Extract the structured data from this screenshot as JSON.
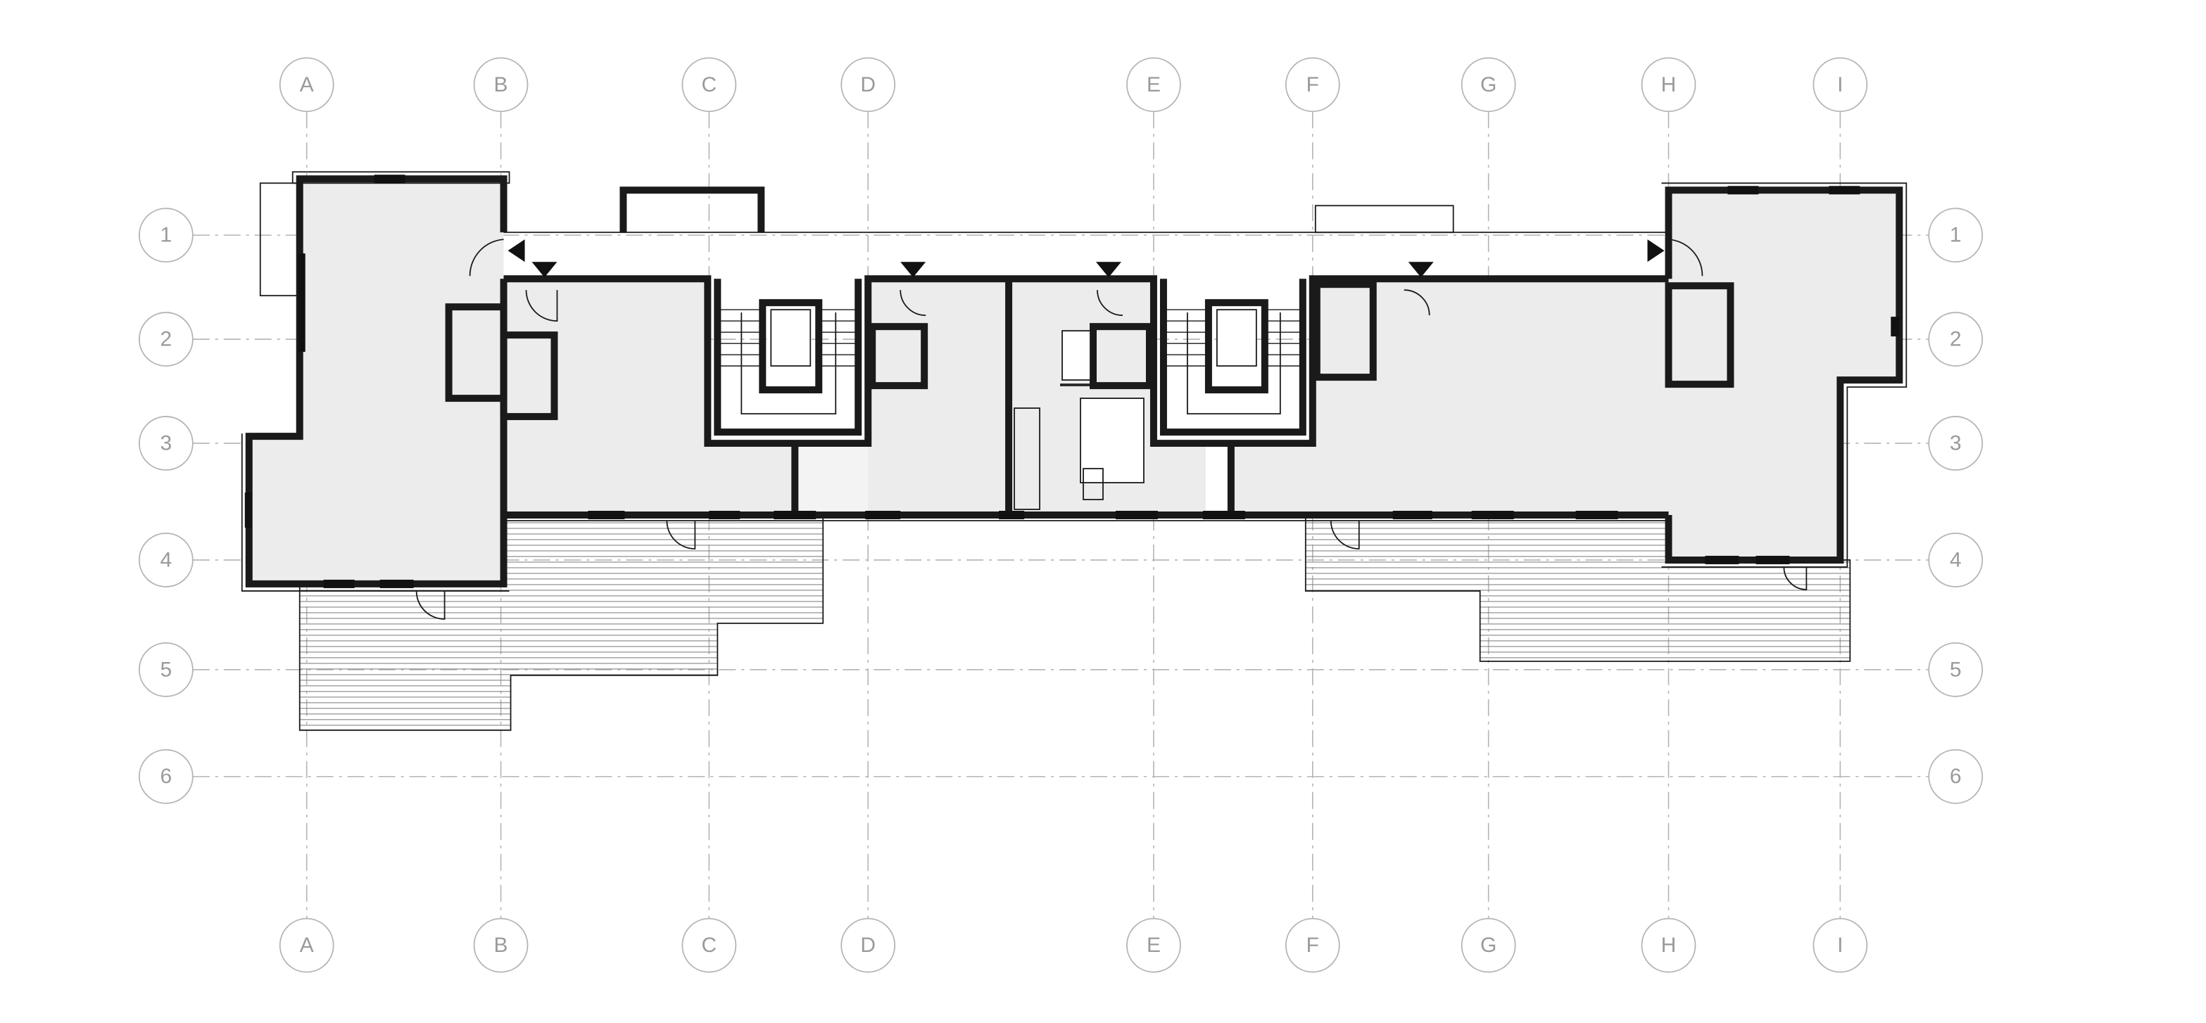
{
  "drawing": {
    "type": "floor plan",
    "grid_columns": [
      "A",
      "B",
      "C",
      "D",
      "E",
      "F",
      "G",
      "H",
      "I"
    ],
    "grid_rows": [
      "1",
      "2",
      "3",
      "4",
      "5",
      "6"
    ],
    "colors": {
      "room_fill": "#ececec",
      "wall": "#1a1a1a",
      "grid": "#b4b4b4"
    }
  }
}
